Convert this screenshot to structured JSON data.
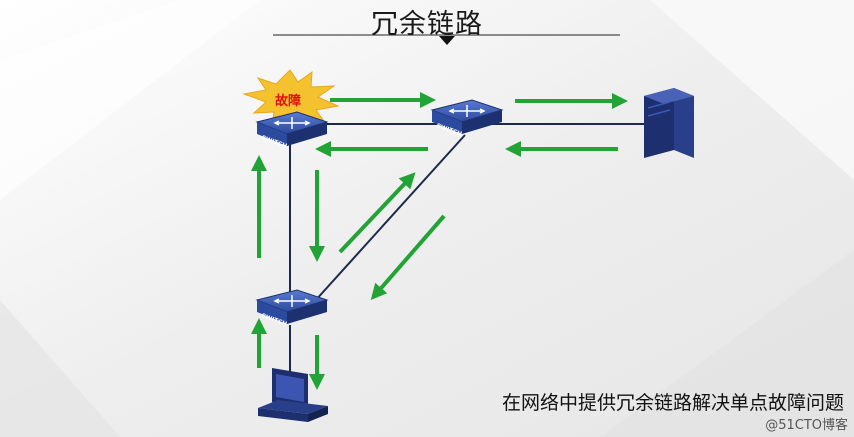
{
  "title": "冗余链路",
  "caption": "在网络中提供冗余链路解决单点故障问题",
  "watermark": "@51CTO博客",
  "fault_label": "故障",
  "switch_label": "SWITCH",
  "colors": {
    "arrow": "#21a336",
    "switch": "#2c4a9e",
    "switch_dark": "#1d3170",
    "link": "#1c2a4a",
    "burst": "#f4c12f",
    "fault_text": "#e01010"
  }
}
